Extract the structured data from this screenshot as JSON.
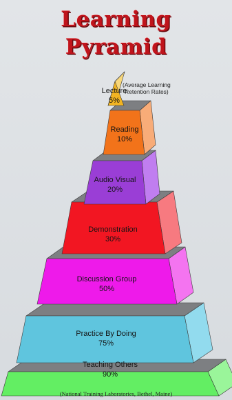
{
  "title": {
    "line1": "Learning",
    "line2": "Pyramid"
  },
  "note": {
    "line1": "(Average Learning",
    "line2": "Retention Rates)"
  },
  "levels": [
    {
      "name": "Lecture",
      "percent": "5%",
      "color": "#f2b422",
      "side": "#f8d77a"
    },
    {
      "name": "Reading",
      "percent": "10%",
      "color": "#f2731a",
      "side": "#f8ac78"
    },
    {
      "name": "Audio Visual",
      "percent": "20%",
      "color": "#9a3ed6",
      "side": "#c07ef0"
    },
    {
      "name": "Demonstration",
      "percent": "30%",
      "color": "#f21622",
      "side": "#f77a80"
    },
    {
      "name": "Discussion Group",
      "percent": "50%",
      "color": "#ee1aea",
      "side": "#f474f0"
    },
    {
      "name": "Practice By Doing",
      "percent": "75%",
      "color": "#5fc5de",
      "side": "#92dbee"
    },
    {
      "name": "Teaching Others",
      "percent": "90%",
      "color": "#63ee63",
      "side": "#9af59a"
    }
  ],
  "source": "(National Training Laboratories, Bethel, Maine)"
}
